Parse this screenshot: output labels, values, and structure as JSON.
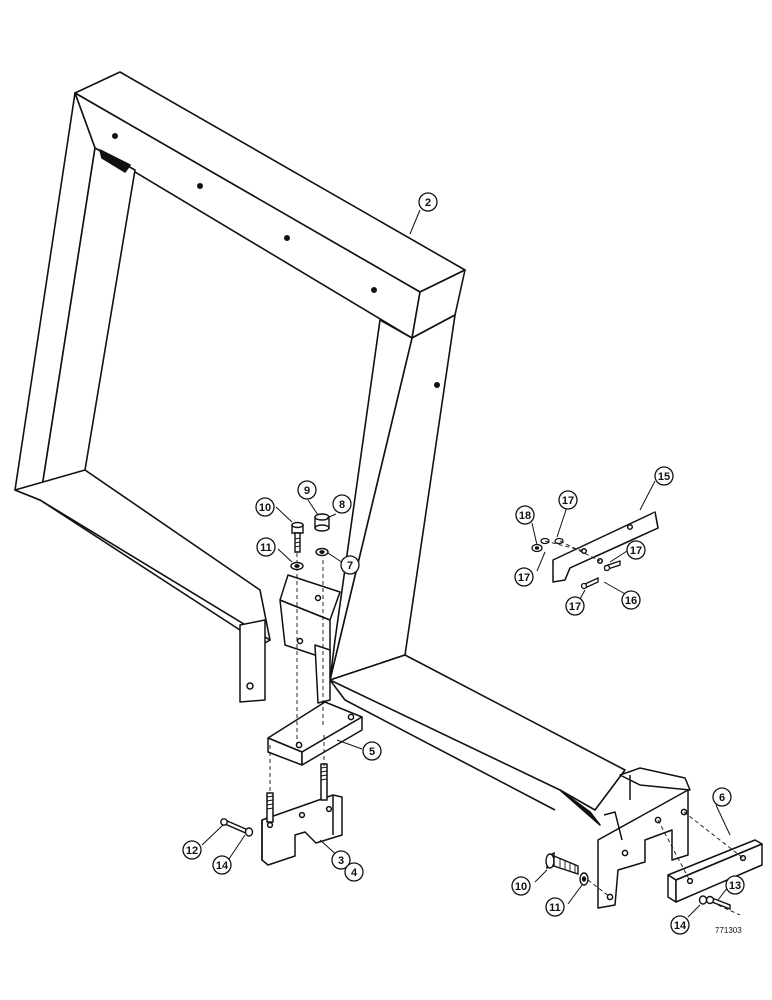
{
  "diagram": {
    "figure_code": "771303",
    "callouts": [
      {
        "id": "c2",
        "label": "2"
      },
      {
        "id": "c9",
        "label": "9"
      },
      {
        "id": "c8",
        "label": "8"
      },
      {
        "id": "c10a",
        "label": "10"
      },
      {
        "id": "c11a",
        "label": "11"
      },
      {
        "id": "c7",
        "label": "7"
      },
      {
        "id": "c5",
        "label": "5"
      },
      {
        "id": "c12",
        "label": "12"
      },
      {
        "id": "c14a",
        "label": "14"
      },
      {
        "id": "c3",
        "label": "3"
      },
      {
        "id": "c4",
        "label": "4"
      },
      {
        "id": "c15",
        "label": "15"
      },
      {
        "id": "c18",
        "label": "18"
      },
      {
        "id": "c17a",
        "label": "17"
      },
      {
        "id": "c17b",
        "label": "17"
      },
      {
        "id": "c17c",
        "label": "17"
      },
      {
        "id": "c17d",
        "label": "17"
      },
      {
        "id": "c16",
        "label": "16"
      },
      {
        "id": "c6",
        "label": "6"
      },
      {
        "id": "c10b",
        "label": "10"
      },
      {
        "id": "c11b",
        "label": "11"
      },
      {
        "id": "c13",
        "label": "13"
      },
      {
        "id": "c14b",
        "label": "14"
      }
    ]
  }
}
